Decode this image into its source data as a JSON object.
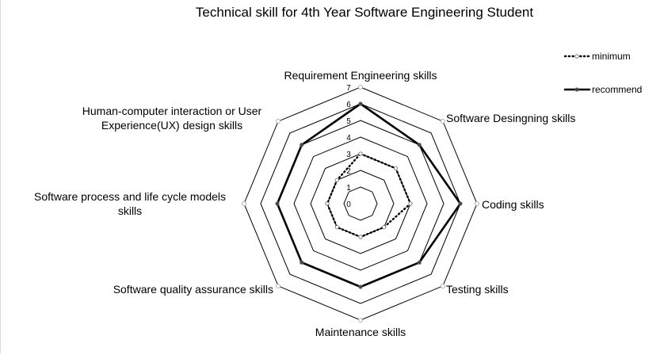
{
  "chart_data": {
    "type": "radar",
    "title": "Technical skill for 4th Year Software Engineering Student",
    "categories": [
      "Requirement Engineering skills",
      "Software Desingning skills",
      "Coding skills",
      "Testing skills",
      "Maintenance skills",
      "Software quality assurance skills",
      "Software process and life cycle models skills",
      "Human-computer interaction or User Experience(UX) design skills"
    ],
    "category_lines": [
      [
        "Requirement Engineering skills"
      ],
      [
        "Software Desingning skills"
      ],
      [
        "Coding skills"
      ],
      [
        "Testing skills"
      ],
      [
        "Maintenance skills"
      ],
      [
        "Software quality assurance skills"
      ],
      [
        "Software process and life cycle models",
        "skills"
      ],
      [
        "Human-computer interaction or User",
        "Experience(UX) design skills"
      ]
    ],
    "ticks": [
      "0",
      "1",
      "2",
      "3",
      "4",
      "5",
      "6",
      "7"
    ],
    "rlim": [
      0,
      7
    ],
    "grid": true,
    "legend_position": "top-right",
    "series": [
      {
        "name": "minimum",
        "values": [
          3,
          3,
          3,
          2,
          2,
          2,
          2,
          2
        ],
        "style": "dotted",
        "color": "#000000"
      },
      {
        "name": "recommend",
        "values": [
          6,
          5,
          6,
          5,
          5,
          5,
          5,
          5
        ],
        "style": "solid",
        "color": "#000000"
      }
    ]
  }
}
